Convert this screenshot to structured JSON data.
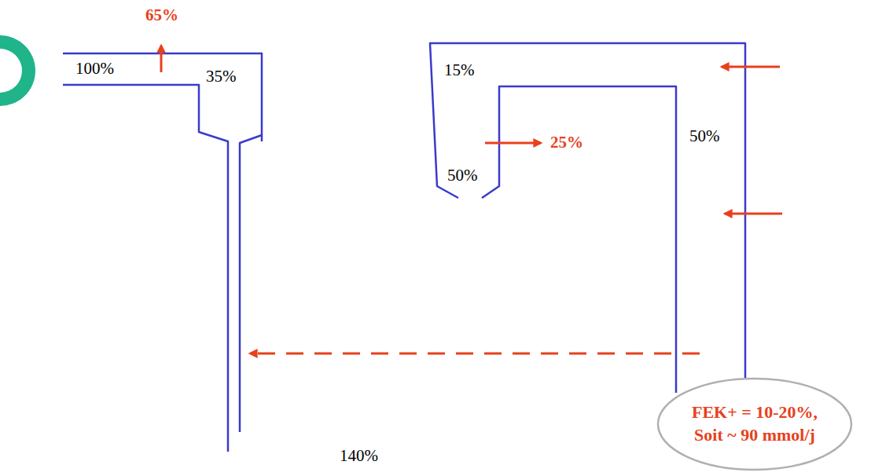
{
  "diagram": {
    "nodes": [
      {
        "text": [
          "FEK+ = 10-20%, Soit ~ 90 mmol/j"
        ]
      }
    ],
    "labels": [
      "65%",
      "100%",
      "35%",
      "15%",
      "25%",
      "50%",
      "50%",
      "140%"
    ]
  }
}
